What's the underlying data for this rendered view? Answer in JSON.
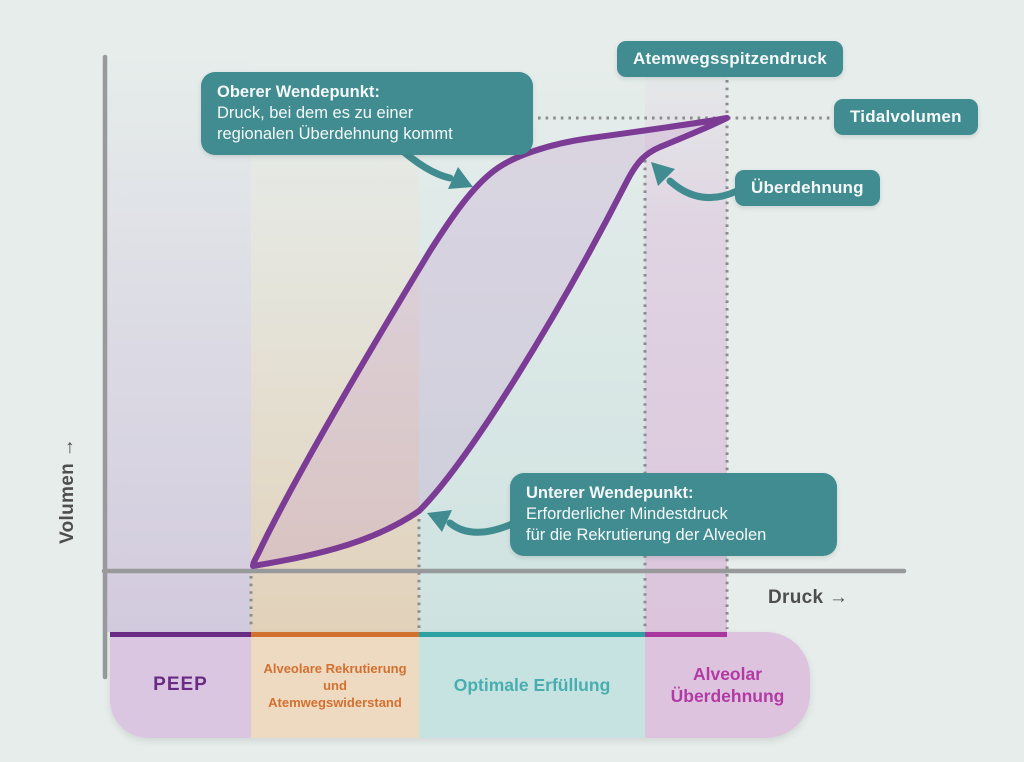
{
  "axes": {
    "y_label": "Volumen →",
    "x_label": "Druck →"
  },
  "badges": {
    "peak_pressure": "Atemwegsspitzendruck",
    "tidal_volume": "Tidalvolumen",
    "overdistension": "Überdehnung"
  },
  "callouts": {
    "upper": {
      "title": "Oberer Wendepunkt:",
      "lines": [
        "Druck, bei dem es zu einer",
        "regionalen Überdehnung kommt"
      ]
    },
    "lower": {
      "title": "Unterer Wendepunkt:",
      "lines": [
        "Erforderlicher Mindestdruck",
        "für die Rekrutierung der Alveolen"
      ]
    }
  },
  "zones": [
    {
      "id": "peep",
      "lines": [
        "PEEP"
      ],
      "text_color": "#6A2B84",
      "bg_color": "#DBC6E2",
      "border_color": "#6A2B84"
    },
    {
      "id": "alveolar-recruitment",
      "lines": [
        "Alveolare Rekrutierung",
        "und",
        "Atemwegswiderstand"
      ],
      "text_color": "#D2712F",
      "bg_color": "#EED9C1",
      "border_color": "#D2712F"
    },
    {
      "id": "optimal-filling",
      "lines": [
        "Optimale Erfüllung"
      ],
      "text_color": "#48AEAF",
      "bg_color": "#C6E3E1",
      "border_color": "#2EA2A2"
    },
    {
      "id": "alveolar-overdistension",
      "lines": [
        "Alveolar",
        "Überdehnung"
      ],
      "text_color": "#B13AA4",
      "bg_color": "#DEC3DF",
      "border_color": "#A8389E"
    }
  ],
  "colors": {
    "background": "#E6EDEB",
    "badge_teal": "#418C90",
    "loop_purple": "#7C3C96",
    "loop_fill": "rgba(193,146,199,0.26)",
    "axis_gray": "#97999A",
    "dotted_gray": "#8B8D8D"
  }
}
